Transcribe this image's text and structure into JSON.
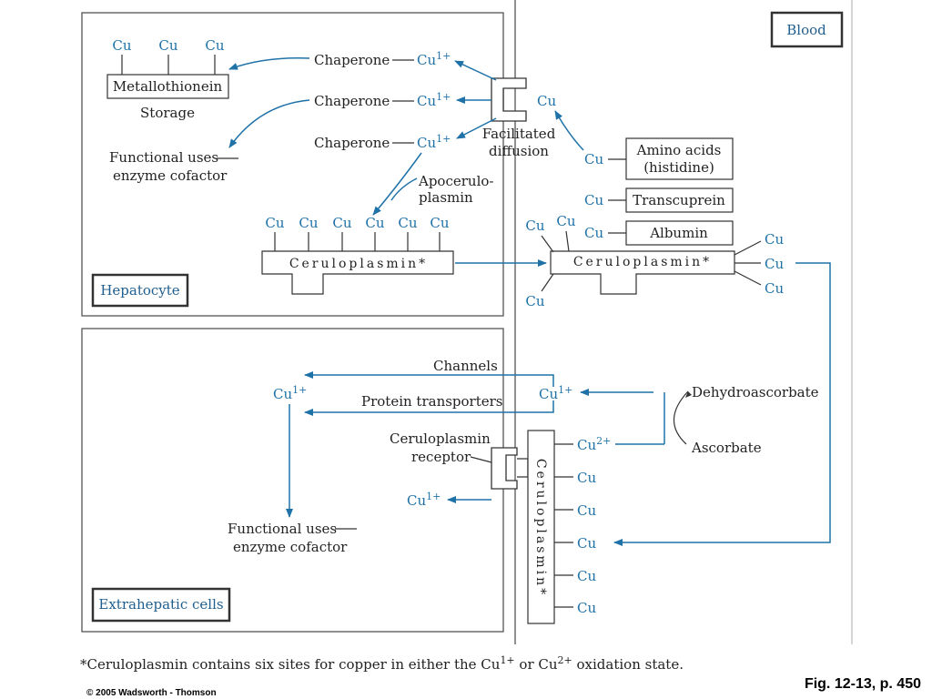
{
  "labels": {
    "blood": "Blood",
    "hepatocyte": "Hepatocyte",
    "extrahepatic_cells": "Extrahepatic cells",
    "metallothionein": "Metallothionein",
    "storage": "Storage",
    "chaperone": "Chaperone",
    "cu": "Cu",
    "cu1": "Cu",
    "sup1": "1+",
    "sup2": "2+",
    "functional_uses": "Functional uses",
    "enzyme_cofactor": "enzyme cofactor",
    "facilitated": "Facilitated",
    "diffusion": "diffusion",
    "apocerulo_1": "Apocerulo-",
    "apocerulo_2": "plasmin",
    "ceruloplasmin": "Ceruloplasmin*",
    "amino_acids_1": "Amino acids",
    "amino_acids_2": "(histidine)",
    "transcuprein": "Transcuprein",
    "albumin": "Albumin",
    "channels": "Channels",
    "protein_transporters": "Protein transporters",
    "dehydroascorbate": "Dehydroascorbate",
    "ascorbate": "Ascorbate",
    "cp_receptor_1": "Ceruloplasmin",
    "cp_receptor_2": "receptor",
    "cp_vertical": "Ceruloplasmin*"
  },
  "footnote": {
    "part1": "*Ceruloplasmin contains six sites for copper in either the Cu",
    "sup1": "1+",
    "part2": " or Cu",
    "sup2": "2+",
    "part3": " oxidation state."
  },
  "copyright": "© 2005 Wadsworth - Thomson",
  "fig_label": "Fig. 12-13, p. 450",
  "colors": {
    "copper": "#1f72a8",
    "line": "#333333"
  }
}
